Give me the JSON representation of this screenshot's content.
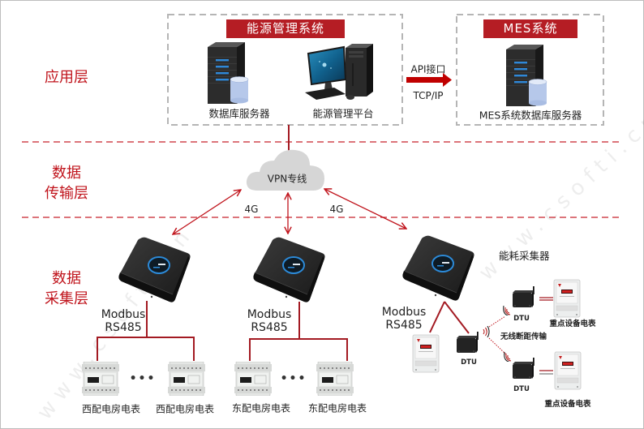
{
  "layers": {
    "application": {
      "lines": [
        "应用层"
      ]
    },
    "transport": {
      "lines": [
        "数据",
        "传输层"
      ]
    },
    "collection": {
      "lines": [
        "数据",
        "采集层"
      ]
    }
  },
  "application": {
    "energy_system": {
      "title": "能源管理系统",
      "db_server_label": "数据库服务器",
      "platform_label": "能源管理平台",
      "db_server_icon": "server-database-icon",
      "platform_icon": "desktop-pc-icon"
    },
    "interface": {
      "top_label": "API接口",
      "bottom_label": "TCP/IP",
      "icon": "arrow-right-icon"
    },
    "mes_system": {
      "title": "MES系统",
      "db_server_label": "MES系统数据库服务器",
      "db_server_icon": "server-database-icon"
    }
  },
  "transport": {
    "cloud_label": "VPN专线",
    "cloud_icon": "cloud-icon",
    "link_left_label": "4G",
    "link_right_label": "4G"
  },
  "collection": {
    "gateways": [
      {
        "protocol_lines": [
          "Modbus",
          "RS485"
        ],
        "icon": "gateway-icon"
      },
      {
        "protocol_lines": [
          "Modbus",
          "RS485"
        ],
        "icon": "gateway-icon"
      },
      {
        "protocol_lines": [
          "Modbus",
          "RS485"
        ],
        "icon": "gateway-icon"
      }
    ],
    "meter_groups": [
      {
        "meters": [
          "西配电房电表",
          "西配电房电表"
        ],
        "ellipsis": "•••"
      },
      {
        "meters": [
          "东配电房电表",
          "东配电房电表"
        ],
        "ellipsis": "•••"
      }
    ],
    "energy_collector": {
      "title": "能耗采集器",
      "dtu_label": "DTU",
      "wireless_label": "无线断距传输",
      "key_meter_label": "重点设备电表"
    }
  },
  "watermark": "www.csofti.cn",
  "colors": {
    "accent": "#b51d24",
    "layer_label": "#c0141c",
    "layer_divider": "#c8202a",
    "connector": "#a31a22",
    "box_border": "#b5b5b5",
    "cloud": "#d6d6d6"
  }
}
